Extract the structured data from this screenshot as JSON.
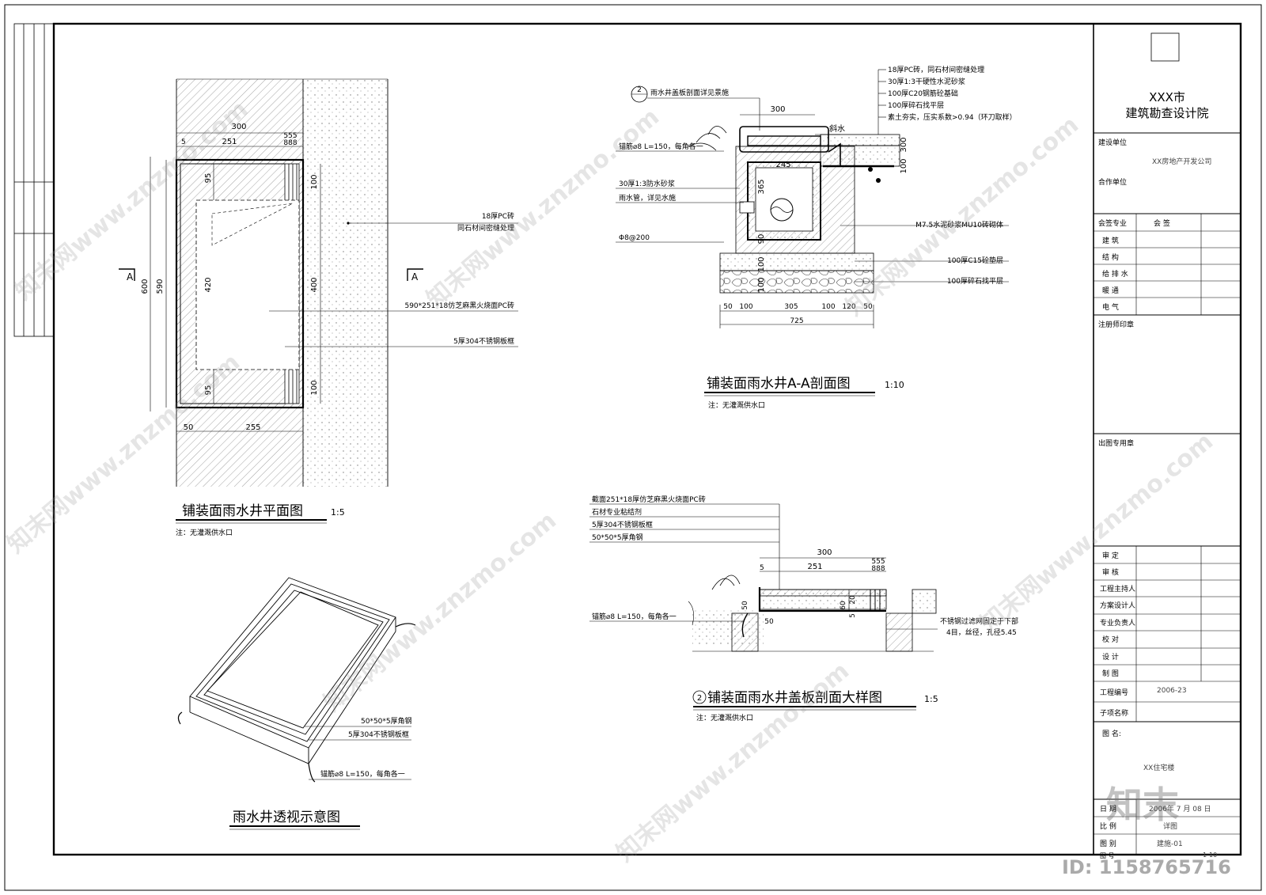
{
  "titleblock": {
    "institute_line1": "XXX市",
    "institute_line2": "建筑勘查设计院",
    "client_label": "建设单位",
    "client_value": "XX房地产开发公司",
    "partner_label": "合作单位",
    "countersign_header": "会签专业",
    "countersign_header2": "会    签",
    "disciplines": [
      "建    筑",
      "结    构",
      "给 排 水",
      "暖    通",
      "电    气"
    ],
    "stamp_label": "注册师印章",
    "issue_stamp_label": "出图专用章",
    "roles": [
      "审    定",
      "审    核",
      "工程主持人",
      "方案设计人",
      "专业负责人",
      "校    对",
      "设    计",
      "制    图"
    ],
    "project_no_label": "工程编号",
    "project_no_value": "2006-23",
    "subitem_label": "子项名称",
    "drawing_name_label": "图    名:",
    "drawing_name_value": "XX住宅楼",
    "date_label": "日    期",
    "date_value": "2006年 7 月 08 日",
    "scale_label": "比    例",
    "scale_value": "详图",
    "category_label": "图    别",
    "category_value": "建施-01",
    "sheet_label": "图    号",
    "sheet_value": "1-10"
  },
  "plan": {
    "title": "铺装面雨水井平面图",
    "scale": "1:5",
    "note": "注：无灌溉供水口",
    "section_mark": "A",
    "dims": {
      "w300": "300",
      "w251": "251",
      "w555": "555",
      "w888": "888",
      "d5": "5",
      "h600": "600",
      "h590": "590",
      "d95": "95",
      "d420": "420",
      "d100": "100",
      "d400": "400",
      "d50": "50",
      "d255": "255"
    },
    "callouts": [
      "18厚PC砖",
      "同石材间密缝处理",
      "590*251*18仿芝麻黑火烧面PC砖",
      "5厚304不锈钢板框"
    ]
  },
  "section": {
    "title": "铺装面雨水井A-A剖面图",
    "scale": "1:10",
    "note": "注：无灌溉供水口",
    "ref_no": "2",
    "ref_text": "雨水井盖板剖面详见景施",
    "layers_right": [
      "18厚PC砖，同石材间密缝处理",
      "30厚1:3干硬性水泥砂浆",
      "100厚C20钢筋砼基础",
      "100厚碎石找平层",
      "素土夯实，压实系数>0.94（环刀取样）"
    ],
    "slope": "斜水",
    "callouts_left": [
      "锚筋⌀8  L=150，每角各一",
      "30厚1:3防水砂浆",
      "雨水管，详见水施",
      "Φ8@200"
    ],
    "callouts_right": [
      "M7.5水泥砂浆MU10砖砌体",
      "100厚C15砼垫层",
      "100厚碎石找平层"
    ],
    "dims": {
      "top300": "300",
      "in245": "245",
      "h365": "365",
      "h90": "90",
      "h100a": "100",
      "h100b": "100",
      "h300": "300",
      "h100c": "100",
      "b50a": "50",
      "b100a": "100",
      "b305": "305",
      "b100b": "100",
      "b120": "120",
      "b50b": "50",
      "total": "725"
    }
  },
  "detail": {
    "ref_no": "2",
    "title": "铺装面雨水井盖板剖面大样图",
    "scale": "1:5",
    "note": "注：无灌溉供水口",
    "callouts": [
      "截面251*18厚仿芝麻黑火烧面PC砖",
      "石材专业粘结剂",
      "5厚304不锈钢板框",
      "50*50*5厚角钢"
    ],
    "anchor": "锚筋⌀8  L=150，每角各一",
    "filter_line1": "不锈钢过滤网固定于下部",
    "filter_line2": "4目，丝径，孔径5.45",
    "dims": {
      "w300": "300",
      "w251": "251",
      "w555": "555",
      "w888": "888",
      "d5": "5",
      "d50": "50",
      "d60": "60",
      "d20": "20",
      "d5b": "5",
      "d50b": "50"
    }
  },
  "persp": {
    "title": "雨水井透视示意图",
    "callouts": [
      "50*50*5厚角钢",
      "5厚304不锈钢板框",
      "锚筋⌀8  L=150，每角各一"
    ]
  },
  "watermark": {
    "text": "知末网www.znzmo.com",
    "brand": "知末",
    "id": "ID: 1158765716"
  },
  "colors": {
    "line": "#000000",
    "hatch": "#555555",
    "watermark": "#a0a0a0"
  }
}
